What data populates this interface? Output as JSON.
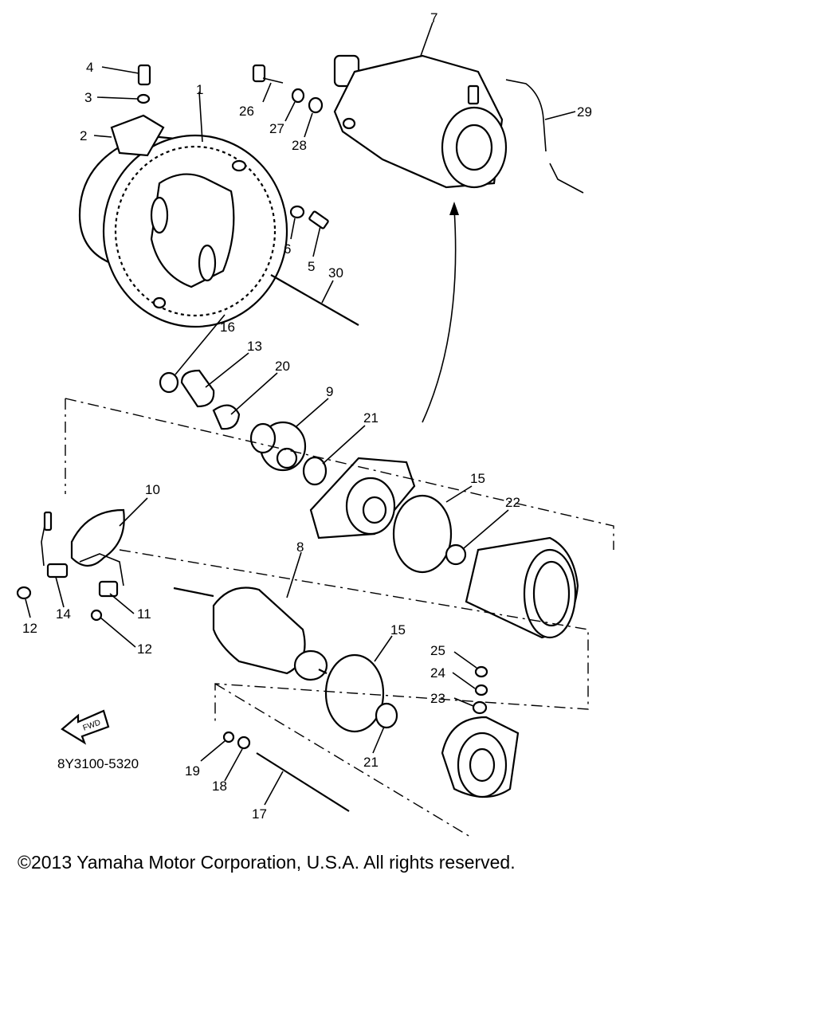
{
  "diagram": {
    "callouts": [
      {
        "id": "c1",
        "text": "1"
      },
      {
        "id": "c2",
        "text": "2"
      },
      {
        "id": "c3",
        "text": "3"
      },
      {
        "id": "c4",
        "text": "4"
      },
      {
        "id": "c5",
        "text": "5"
      },
      {
        "id": "c6",
        "text": "6"
      },
      {
        "id": "c7",
        "text": "7"
      },
      {
        "id": "c8",
        "text": "8"
      },
      {
        "id": "c9",
        "text": "9"
      },
      {
        "id": "c10",
        "text": "10"
      },
      {
        "id": "c11",
        "text": "11"
      },
      {
        "id": "c12a",
        "text": "12"
      },
      {
        "id": "c12b",
        "text": "12"
      },
      {
        "id": "c13",
        "text": "13"
      },
      {
        "id": "c14",
        "text": "14"
      },
      {
        "id": "c15a",
        "text": "15"
      },
      {
        "id": "c15b",
        "text": "15"
      },
      {
        "id": "c16",
        "text": "16"
      },
      {
        "id": "c17",
        "text": "17"
      },
      {
        "id": "c18",
        "text": "18"
      },
      {
        "id": "c19",
        "text": "19"
      },
      {
        "id": "c20",
        "text": "20"
      },
      {
        "id": "c21a",
        "text": "21"
      },
      {
        "id": "c21b",
        "text": "21"
      },
      {
        "id": "c22",
        "text": "22"
      },
      {
        "id": "c23",
        "text": "23"
      },
      {
        "id": "c24",
        "text": "24"
      },
      {
        "id": "c25",
        "text": "25"
      },
      {
        "id": "c26",
        "text": "26"
      },
      {
        "id": "c27",
        "text": "27"
      },
      {
        "id": "c28",
        "text": "28"
      },
      {
        "id": "c29",
        "text": "29"
      },
      {
        "id": "c30",
        "text": "30"
      }
    ],
    "fwd_label": "FWD",
    "diagram_code": "8Y3100-5320"
  },
  "footer": {
    "copyright": "©2013 Yamaha Motor Corporation, U.S.A. All rights reserved."
  }
}
